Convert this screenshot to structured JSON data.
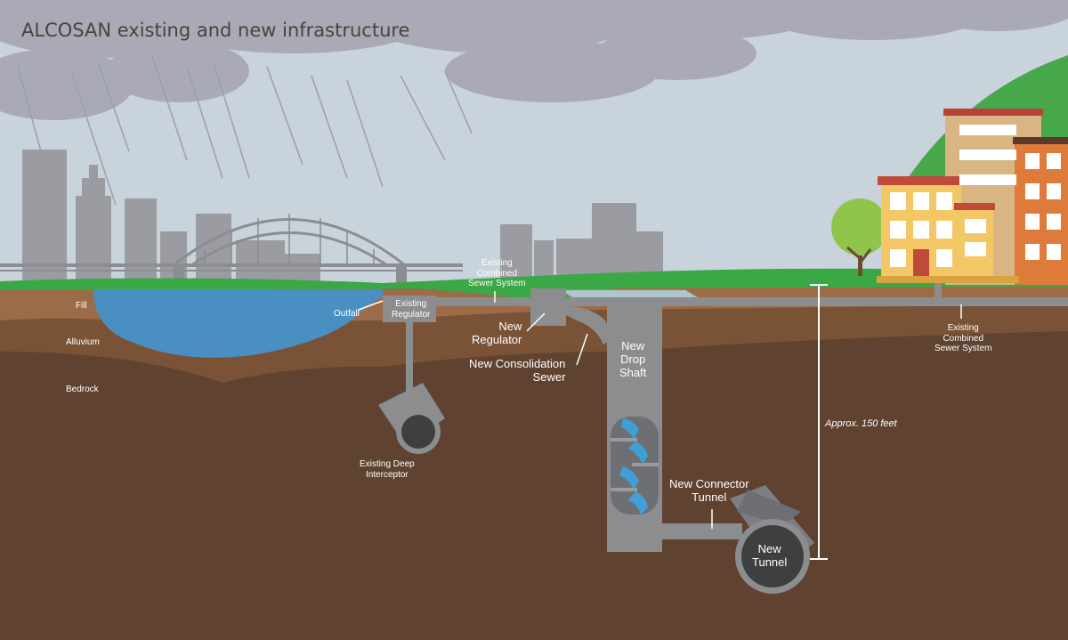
{
  "title": "ALCOSAN existing and new infrastructure",
  "soil_layers": {
    "fill": "Fill",
    "alluvium": "Alluvium",
    "bedrock": "Bedrock"
  },
  "labels": {
    "outfall": "Outfall",
    "existing_regulator": "Existing\nRegulator",
    "existing_css_top": "Existing\nCombined\nSewer System",
    "new_regulator": "New\nRegulator",
    "new_consolidation_sewer": "New Consolidation\nSewer",
    "new_drop_shaft": "New\nDrop\nShaft",
    "existing_deep_interceptor": "Existing Deep\nInterceptor",
    "new_connector_tunnel": "New Connector\nTunnel",
    "new_tunnel": "New\nTunnel",
    "existing_css_right": "Existing\nCombined\nSewer System",
    "depth": "Approx. 150 feet"
  },
  "colors": {
    "sky": "#c9d3dc",
    "cloud": "#a9aab6",
    "city": "#9a9ca1",
    "grass": "#3aa845",
    "fill_soil": "#9c6c48",
    "alluvium_soil": "#7a5236",
    "bedrock_soil": "#5f4230",
    "river": "#4a8fc1",
    "pipe": "#8c8d8f",
    "pipe_dark": "#5a5b5d",
    "water_fall": "#3fa0d8"
  }
}
